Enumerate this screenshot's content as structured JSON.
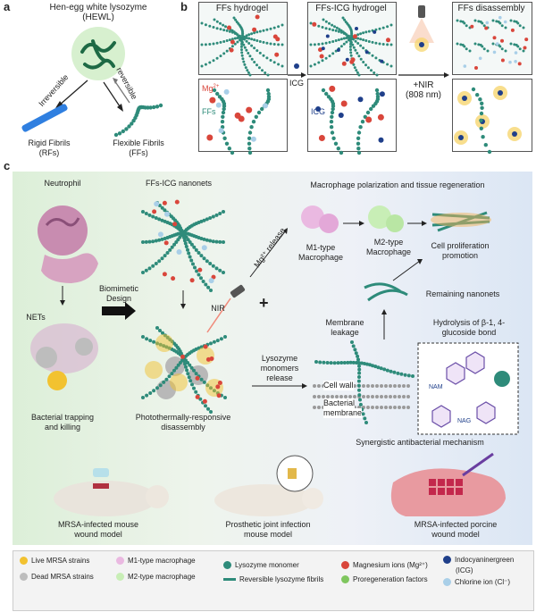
{
  "panel_a": {
    "letter": "a",
    "title": "Hen-egg white lysozyme",
    "title_abbr": "(HEWL)",
    "irreversible": "Irreversible",
    "reversible": "reversible",
    "rigid_label": "Rigid Fibrils",
    "rigid_abbr": "(RFs)",
    "flexible_label": "Flexible Fibrils",
    "flexible_abbr": "(FFs)"
  },
  "panel_b": {
    "letter": "b",
    "ffs_hydrogel": "FFs hydrogel",
    "ffs_icg_hydrogel": "FFs-ICG hydrogel",
    "ffs_disassembly": "FFs disassembly",
    "mg_label": "Mg",
    "mg_sup": "2+",
    "ffs_label": "FFs",
    "icg_label": "ICG",
    "icg_arrow": "ICG",
    "nir": "+NIR",
    "nir_wavelength": "(808 nm)"
  },
  "panel_c": {
    "letter": "c",
    "neutrophil": "Neutrophil",
    "nets": "NETs",
    "bacterial_trapping": "Bacterial trapping",
    "and_killing": "and killing",
    "biomimetic": "Biomimetic",
    "design": "Design",
    "nanonets": "FFs-ICG nanonets",
    "nir": "NIR",
    "photothermal1": "Photothermally-responsive",
    "photothermal2": "disassembly",
    "mg_release": "Mg²⁺ release",
    "plus": "+",
    "lysozyme_release1": "Lysozyme",
    "lysozyme_release2": "monomers",
    "lysozyme_release3": "release",
    "macrophage_title": "Macrophage polarization and tissue regeneration",
    "m1_1": "M1-type",
    "m1_2": "Macrophage",
    "m2_1": "M2-type",
    "m2_2": "Macrophage",
    "cell_prolif1": "Cell proliferation",
    "cell_prolif2": "promotion",
    "remaining": "Remaining nanonets",
    "membrane1": "Membrane",
    "membrane2": "leakage",
    "hydrolysis1": "Hydrolysis of β-1, 4-",
    "hydrolysis2": "glucoside bond",
    "cell_wall": "Cell wall",
    "bacterial1": "Bacterial",
    "bacterial2": "membrane",
    "nam": "NAM",
    "nag": "NAG",
    "synergistic": "Synergistic antibacterial mechanism",
    "mouse_model1": "MRSA-infected mouse",
    "mouse_model2": "wound model",
    "joint_model1": "Prosthetic joint infection",
    "joint_model2": "mouse model",
    "porcine_model1": "MRSA-infected porcine",
    "porcine_model2": "wound model"
  },
  "legend": {
    "live": "Live MRSA strains",
    "dead": "Dead MRSA strains",
    "m1": "M1-type macrophage",
    "m2": "M2-type macrophage",
    "monomer": "Lysozyme monomer",
    "fibrils": "Reversible lysozyme fibrils",
    "mg": "Magnesium ions (Mg²⁺)",
    "pro": "Proregeneration factors",
    "icg1": "Indocyaninergreen",
    "icg2": "(ICG)",
    "cl": "Chlorine ion (Cl⁻)"
  },
  "colors": {
    "fibril": "#2e8b7a",
    "mg": "#d9463b",
    "icg": "#1f3f8a",
    "cl": "#a9cfe8",
    "rigid": "#2f7fe0",
    "gold": "#f2c230",
    "neutrophil": "#c88cb0",
    "m2": "#9fdc8a",
    "pig": "#e89aa0"
  }
}
